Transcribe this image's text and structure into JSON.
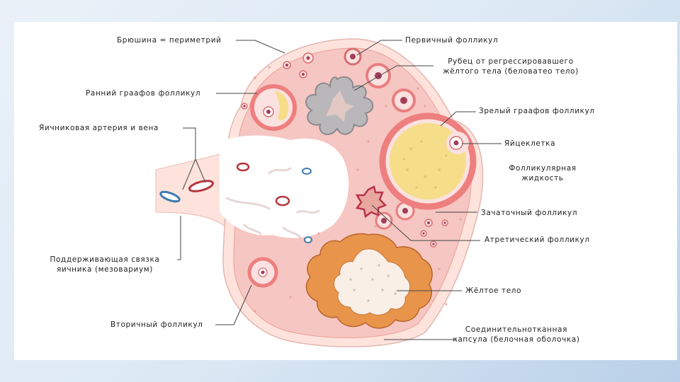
{
  "labels": {
    "peritoneum": "Брюшина = периметрий",
    "early_graafian": "Ранний граафов фолликул",
    "artery_vein": "Яичниковая артерия и вена",
    "mesovarium_line1": "Поддерживающая связка",
    "mesovarium_line2": "яичника (мезовариум)",
    "secondary": "Вторичный фолликул",
    "primary": "Первичный фолликул",
    "scar_line1": "Рубец от регрессировавшего",
    "scar_line2": "жёлтого тела (беловатео тело)",
    "mature_graafian": "Зрелый граафов фолликул",
    "oocyte": "Яйцеклетка",
    "fluid_line1": "Фолликулярная",
    "fluid_line2": "жидкость",
    "primordial": "Зачаточный фолликул",
    "atretic": "Атретический фолликул",
    "corpus_luteum": "Жёлтое тело",
    "capsule_line1": "Соединительнотканная",
    "capsule_line2": "капсула (белочная оболочка)"
  },
  "colors": {
    "background": "#dbe8f4",
    "ovary_fill": "#f6c6c2",
    "ovary_edge": "#fde3dc",
    "medulla": "#ffffff",
    "follicle_ring": "#ee7f7f",
    "follicle_fluid": "#f6dd8a",
    "corpus_luteum": "#e8944a",
    "corpus_albicans": "#b8b5b8",
    "vessel_red": "#b5363c",
    "vessel_blue": "#3d7bb0",
    "leader_line": "#444444"
  }
}
